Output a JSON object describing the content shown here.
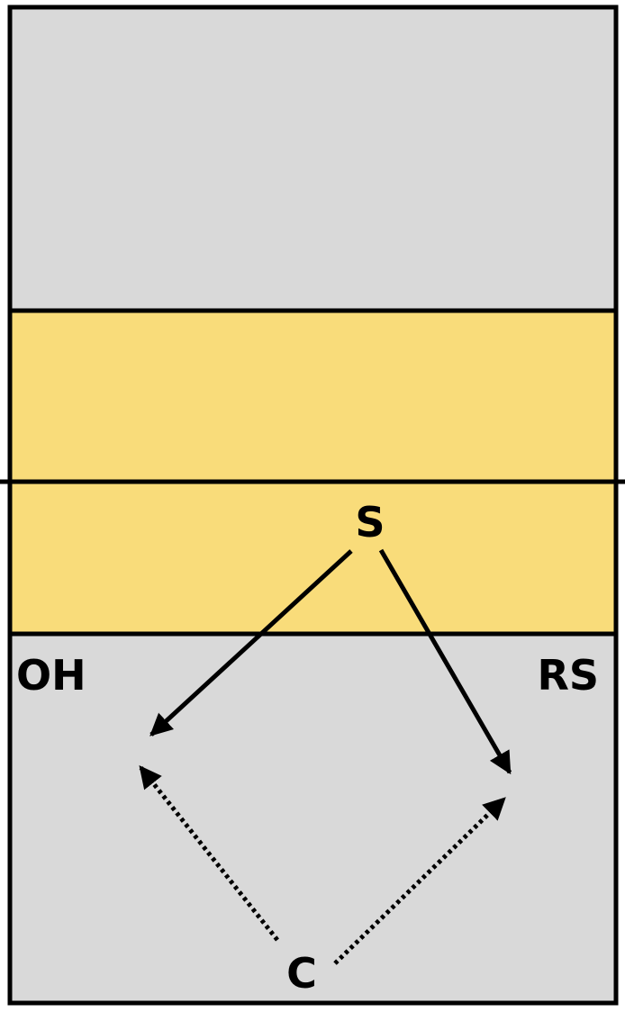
{
  "diagram": {
    "colors": {
      "court_fill": "#d9d9d9",
      "attack_zone_fill": "#f9dc7a",
      "line": "#000000"
    },
    "players": {
      "setter": "S",
      "outside_hitter": "OH",
      "right_side": "RS",
      "center": "C"
    }
  }
}
